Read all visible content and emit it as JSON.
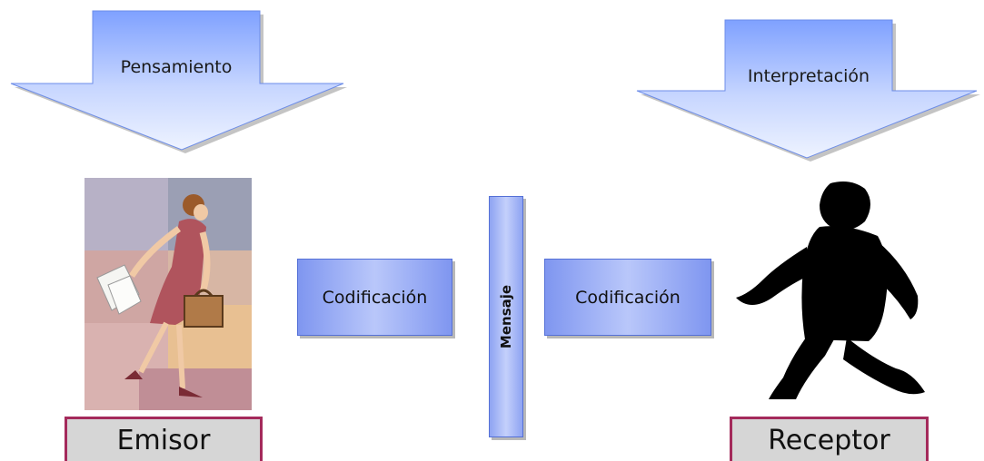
{
  "arrows": {
    "left_label": "Pensamiento",
    "right_label": "Interpretación"
  },
  "boxes": {
    "left": "Codificación",
    "center": "Mensaje",
    "right": "Codificación"
  },
  "roles": {
    "sender": "Emisor",
    "receiver": "Receptor"
  },
  "colors": {
    "arrow_fill": "#a9c2ff",
    "box_fill": "#9fb2f7",
    "role_border": "#a42a5b",
    "role_fill": "#d6d6d6"
  }
}
